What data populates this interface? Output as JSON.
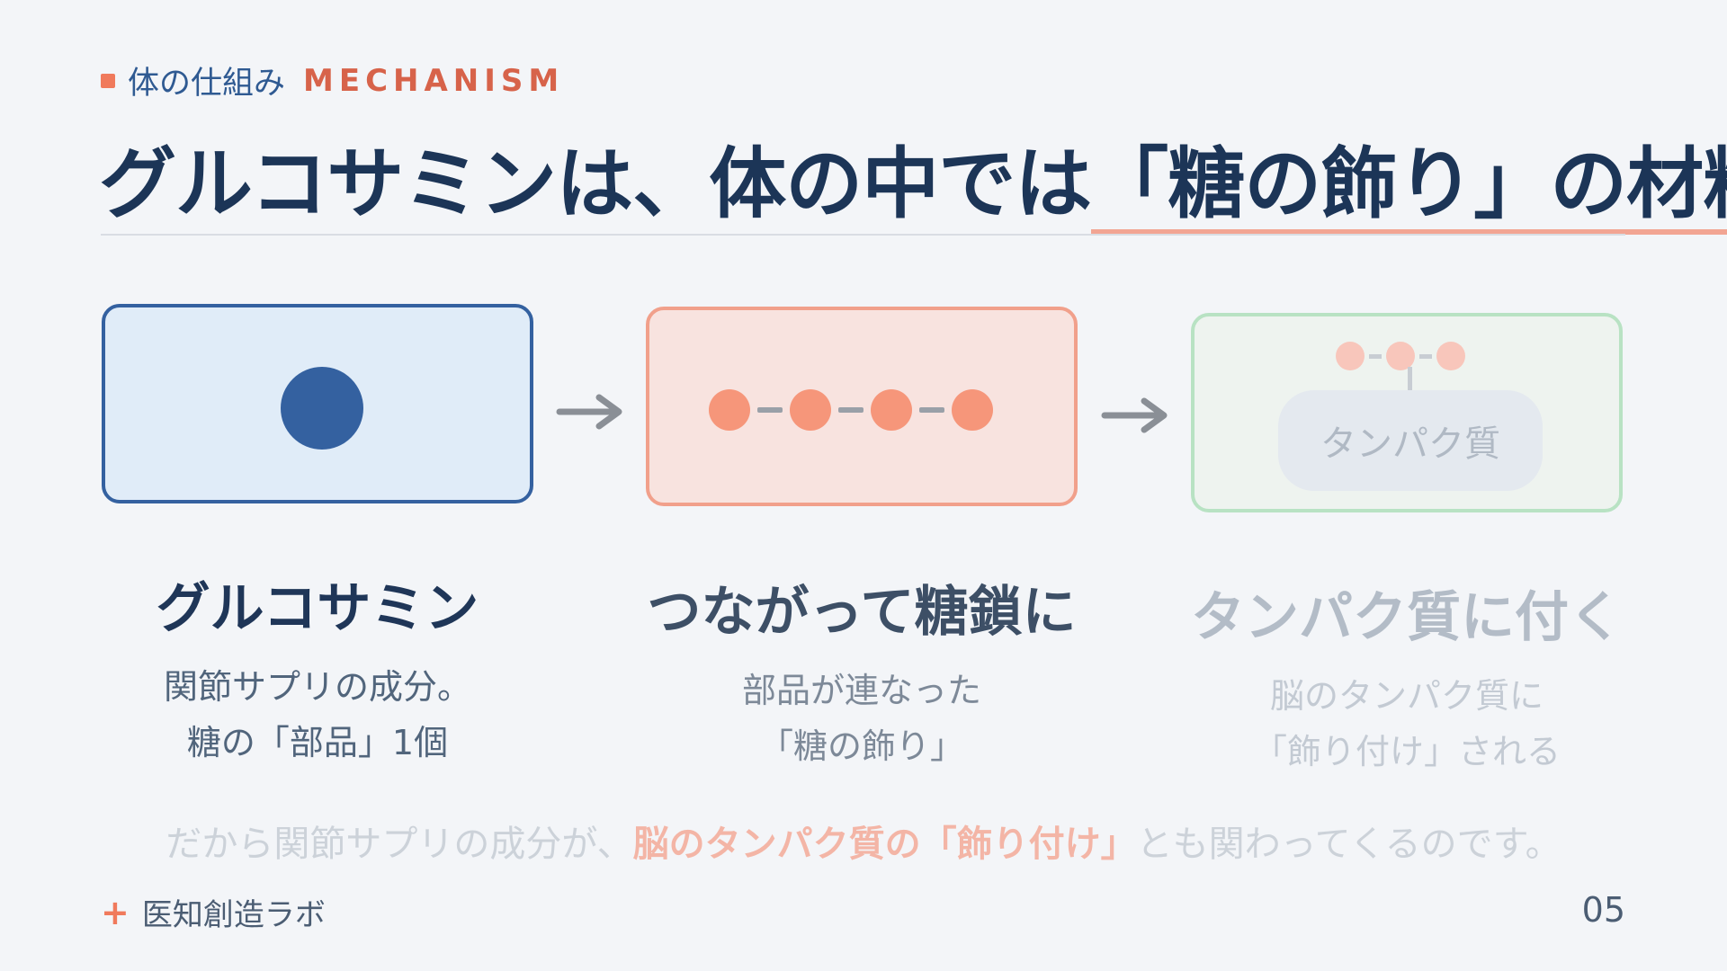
{
  "header": {
    "section_jp": "体の仕組み",
    "section_en": "MECHANISM",
    "title_main": "グルコサミンは、体の中では",
    "title_highlight": "「糖の飾り」の材料"
  },
  "steps": [
    {
      "heading": "グルコサミン",
      "desc_line1": "関節サプリの成分。",
      "desc_line2": "糖の「部品」1個"
    },
    {
      "heading": "つながって糖鎖に",
      "desc_line1": "部品が連なった",
      "desc_line2": "「糖の飾り」"
    },
    {
      "heading": "タンパク質に付く",
      "desc_line1": "脳のタンパク質に",
      "desc_line2": "「飾り付け」される",
      "pill_label": "タンパク質"
    }
  ],
  "summary": {
    "before": "だから関節サプリの成分が、",
    "emphasis": "脳のタンパク質の「飾り付け」",
    "after": "とも関わってくるのです。"
  },
  "footer": {
    "brand": "医知創造ラボ",
    "page_number": "05"
  },
  "colors": {
    "accent": "#f07a5c",
    "navy": "#1c3557",
    "blue": "#3461a0",
    "salmon": "#f6967a",
    "green_border": "#b8e2c3"
  },
  "icons": [
    "square-bullet-icon",
    "arrow-right-icon",
    "plus-icon"
  ]
}
